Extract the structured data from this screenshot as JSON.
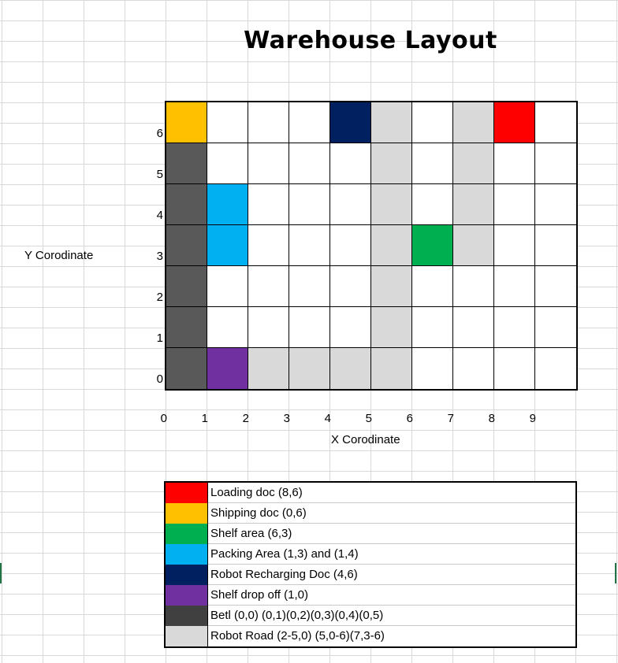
{
  "title": "Warehouse Layout",
  "y_axis_title": "Y Corodinate",
  "x_axis_title": "X Corodinate",
  "x_ticks": [
    "0",
    "1",
    "2",
    "3",
    "4",
    "5",
    "6",
    "7",
    "8",
    "9"
  ],
  "y_ticks": [
    "6",
    "5",
    "4",
    "3",
    "2",
    "1",
    "0"
  ],
  "colors": {
    "loading_doc": "#ff0000",
    "shipping_doc": "#ffc000",
    "shelf_area": "#00b050",
    "packing_area": "#00b0f0",
    "recharging_doc": "#002060",
    "shelf_drop_off": "#7030a0",
    "belt": "#595959",
    "belt_legend": "#404040",
    "robot_road": "#d9d9d9",
    "empty": "#ffffff"
  },
  "grid": {
    "cols": 10,
    "rows": 7,
    "cells": [
      {
        "x": 0,
        "y": 6,
        "type": "shipping_doc"
      },
      {
        "x": 4,
        "y": 6,
        "type": "recharging_doc"
      },
      {
        "x": 8,
        "y": 6,
        "type": "loading_doc"
      },
      {
        "x": 6,
        "y": 3,
        "type": "shelf_area"
      },
      {
        "x": 1,
        "y": 3,
        "type": "packing_area"
      },
      {
        "x": 1,
        "y": 4,
        "type": "packing_area"
      },
      {
        "x": 1,
        "y": 0,
        "type": "shelf_drop_off"
      },
      {
        "x": 0,
        "y": 0,
        "type": "belt"
      },
      {
        "x": 0,
        "y": 1,
        "type": "belt"
      },
      {
        "x": 0,
        "y": 2,
        "type": "belt"
      },
      {
        "x": 0,
        "y": 3,
        "type": "belt"
      },
      {
        "x": 0,
        "y": 4,
        "type": "belt"
      },
      {
        "x": 0,
        "y": 5,
        "type": "belt"
      },
      {
        "x": 2,
        "y": 0,
        "type": "robot_road"
      },
      {
        "x": 3,
        "y": 0,
        "type": "robot_road"
      },
      {
        "x": 4,
        "y": 0,
        "type": "robot_road"
      },
      {
        "x": 5,
        "y": 0,
        "type": "robot_road"
      },
      {
        "x": 5,
        "y": 1,
        "type": "robot_road"
      },
      {
        "x": 5,
        "y": 2,
        "type": "robot_road"
      },
      {
        "x": 5,
        "y": 3,
        "type": "robot_road"
      },
      {
        "x": 5,
        "y": 4,
        "type": "robot_road"
      },
      {
        "x": 5,
        "y": 5,
        "type": "robot_road"
      },
      {
        "x": 5,
        "y": 6,
        "type": "robot_road"
      },
      {
        "x": 7,
        "y": 3,
        "type": "robot_road"
      },
      {
        "x": 7,
        "y": 4,
        "type": "robot_road"
      },
      {
        "x": 7,
        "y": 5,
        "type": "robot_road"
      },
      {
        "x": 7,
        "y": 6,
        "type": "robot_road"
      }
    ]
  },
  "legend": [
    {
      "type": "loading_doc",
      "label": "Loading doc (8,6)"
    },
    {
      "type": "shipping_doc",
      "label": "Shipping doc (0,6)"
    },
    {
      "type": "shelf_area",
      "label": "Shelf area (6,3)"
    },
    {
      "type": "packing_area",
      "label": "Packing Area (1,3) and (1,4)"
    },
    {
      "type": "recharging_doc",
      "label": "Robot Recharging Doc (4,6)"
    },
    {
      "type": "shelf_drop_off",
      "label": "Shelf drop off (1,0)"
    },
    {
      "type": "belt_legend",
      "label": "Betl (0,0) (0,1)(0,2)(0,3)(0,4)(0,5)"
    },
    {
      "type": "robot_road",
      "label": "Robot Road (2-5,0) (5,0-6)(7,3-6)"
    }
  ]
}
